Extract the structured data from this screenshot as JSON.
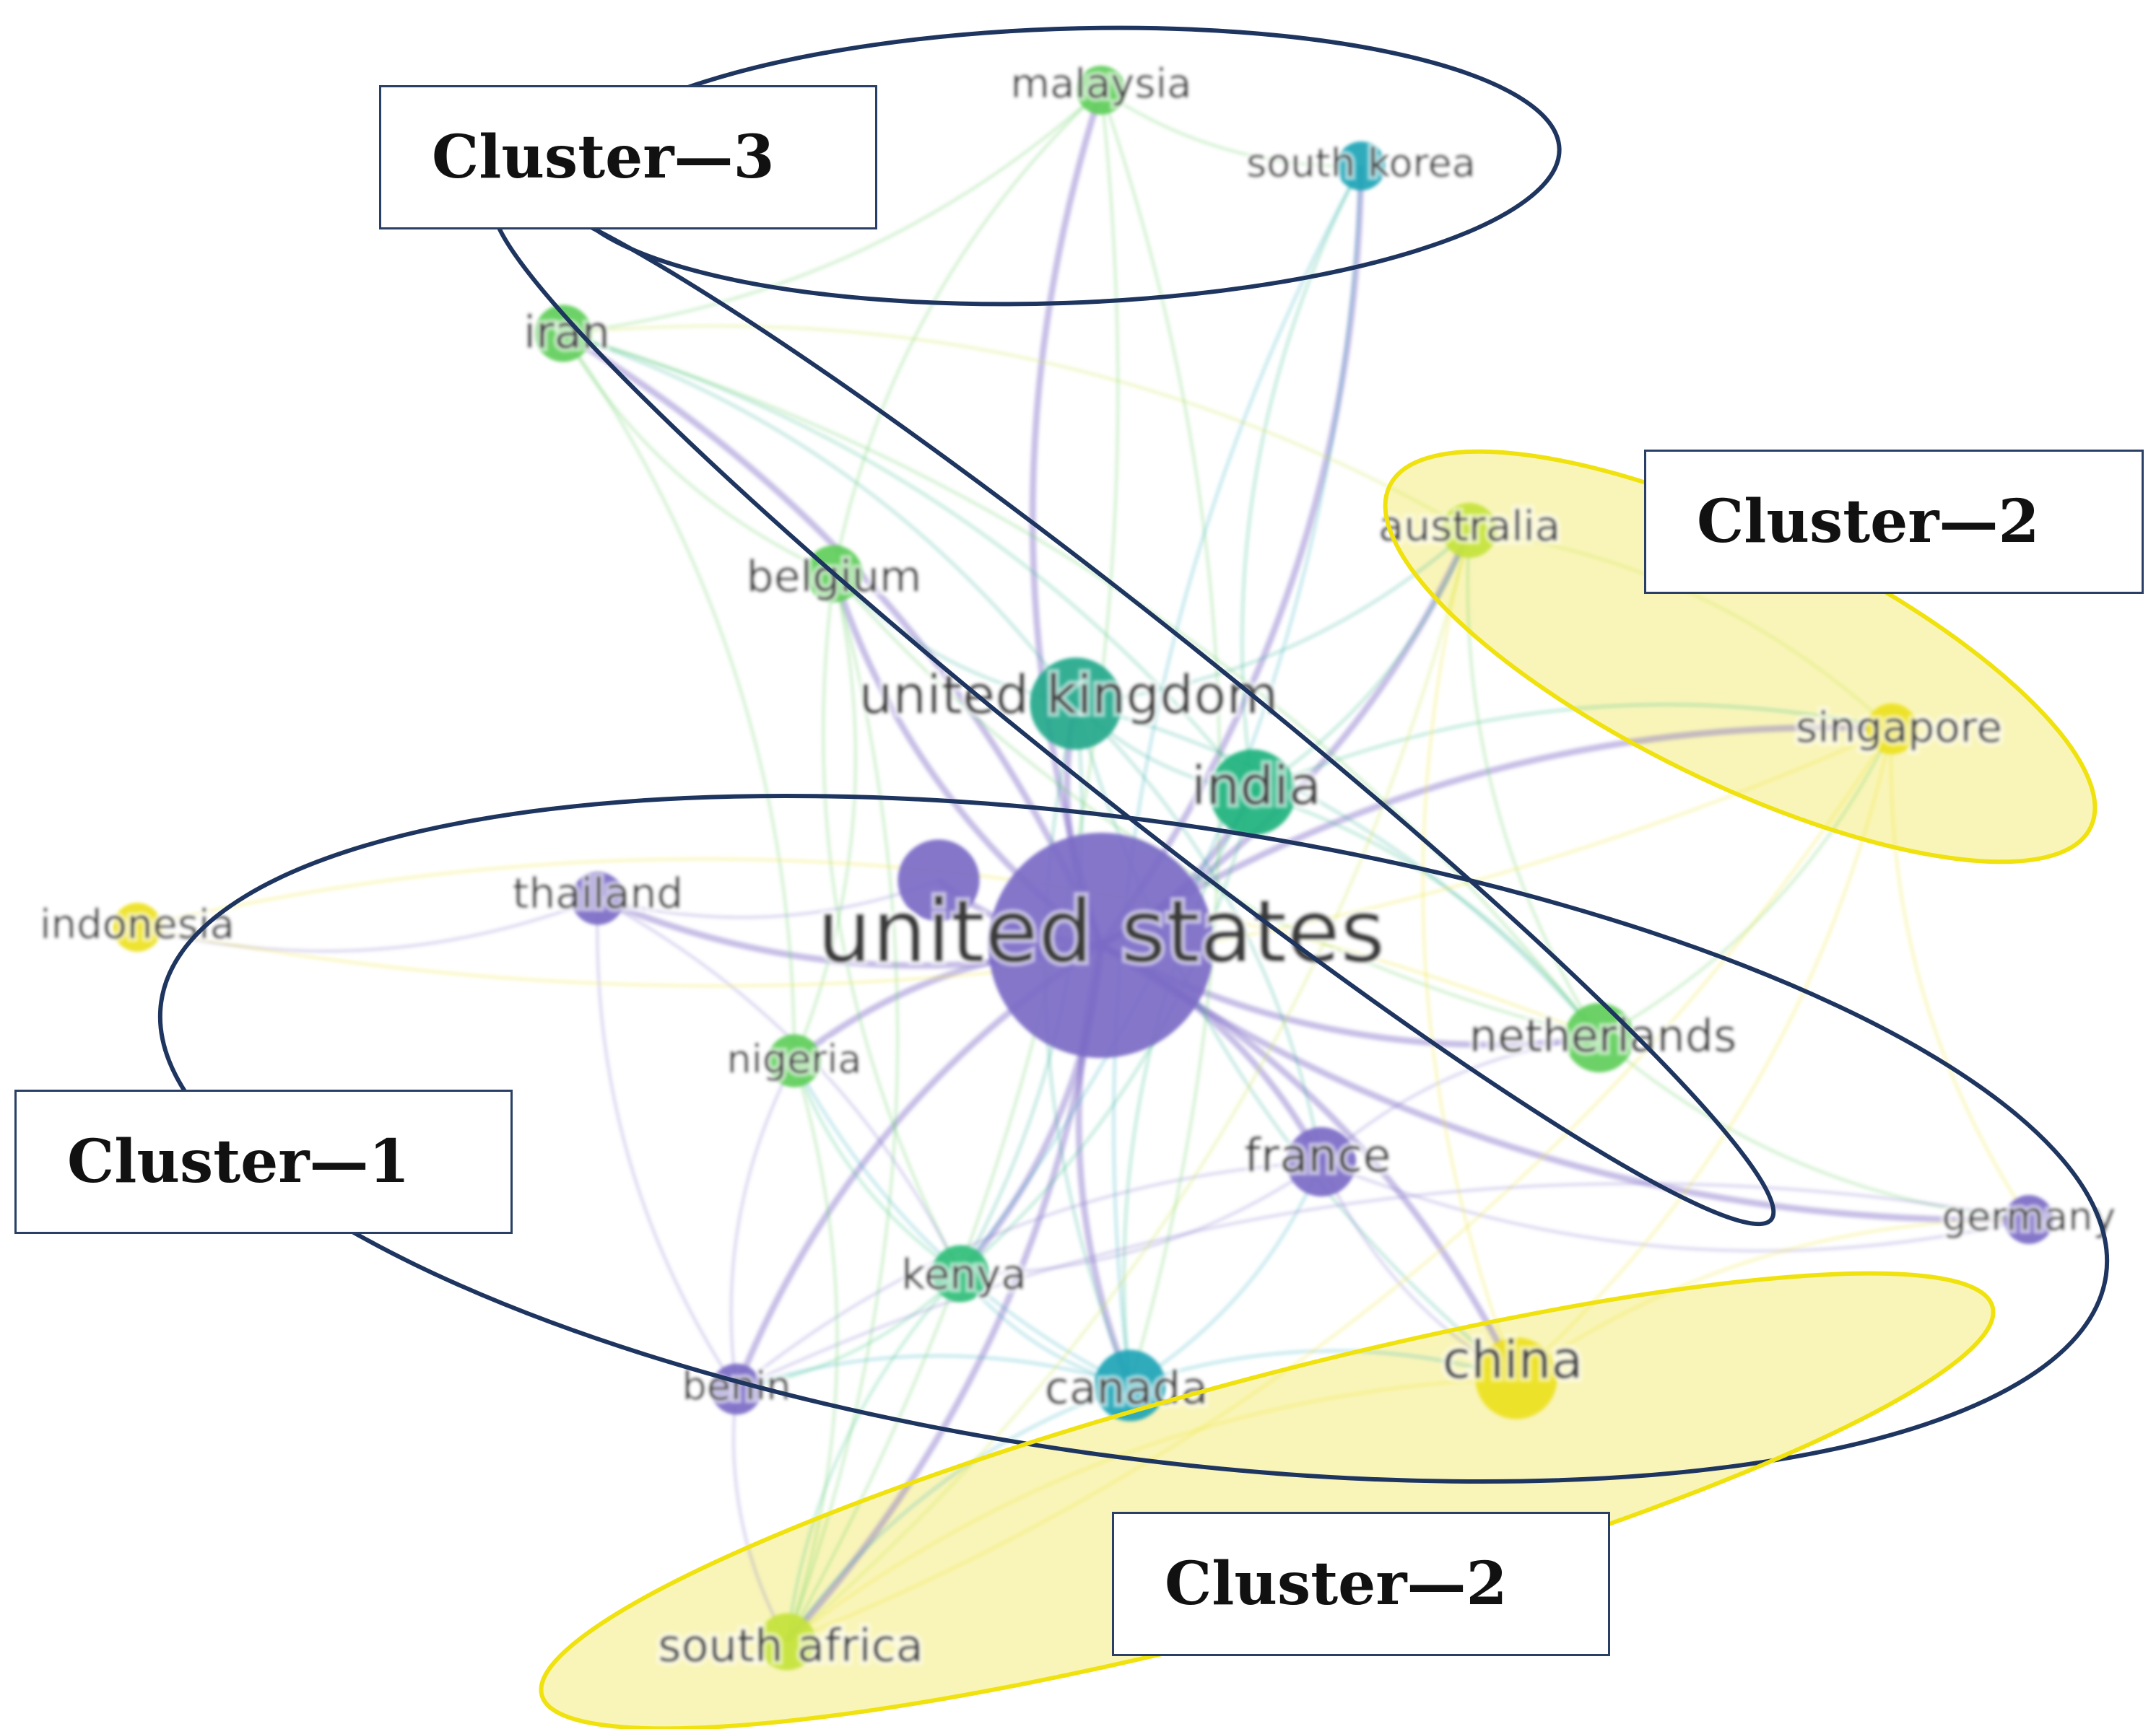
{
  "nodes": [
    {
      "id": "united_states",
      "label": "united states",
      "cluster": "purple",
      "weight": 1.0
    },
    {
      "id": "united_kingdom",
      "label": "united kingdom",
      "cluster": "teal",
      "weight": 0.35
    },
    {
      "id": "india",
      "label": "india",
      "cluster": "teal_green",
      "weight": 0.32
    },
    {
      "id": "china",
      "label": "china",
      "cluster": "yellow",
      "weight": 0.3
    },
    {
      "id": "canada",
      "label": "canada",
      "cluster": "cyan",
      "weight": 0.25
    },
    {
      "id": "france",
      "label": "france",
      "cluster": "purple",
      "weight": 0.24
    },
    {
      "id": "netherlands",
      "label": "netherlands",
      "cluster": "green",
      "weight": 0.24
    },
    {
      "id": "kenya",
      "label": "kenya",
      "cluster": "green_teal",
      "weight": 0.18
    },
    {
      "id": "iran",
      "label": "iran",
      "cluster": "green",
      "weight": 0.18
    },
    {
      "id": "belgium",
      "label": "belgium",
      "cluster": "green",
      "weight": 0.18
    },
    {
      "id": "nigeria",
      "label": "nigeria",
      "cluster": "green",
      "weight": 0.16
    },
    {
      "id": "thailand",
      "label": "thailand",
      "cluster": "purple",
      "weight": 0.16
    },
    {
      "id": "benin",
      "label": "benin",
      "cluster": "purple",
      "weight": 0.15
    },
    {
      "id": "south_africa",
      "label": "south africa",
      "cluster": "lime",
      "weight": 0.18
    },
    {
      "id": "australia",
      "label": "australia",
      "cluster": "lime",
      "weight": 0.17
    },
    {
      "id": "singapore",
      "label": "singapore",
      "cluster": "yellow",
      "weight": 0.15
    },
    {
      "id": "germany",
      "label": "germany",
      "cluster": "purple",
      "weight": 0.14
    },
    {
      "id": "indonesia",
      "label": "indonesia",
      "cluster": "yellow",
      "weight": 0.14
    },
    {
      "id": "malaysia",
      "label": "malaysia",
      "cluster": "green",
      "weight": 0.14
    },
    {
      "id": "south_korea",
      "label": "south korea",
      "cluster": "cyan",
      "weight": 0.14
    },
    {
      "id": "unlabeled_purple",
      "label": "",
      "cluster": "purple",
      "weight": 0.3
    }
  ],
  "edges": [
    [
      "united_states",
      "united_kingdom"
    ],
    [
      "united_states",
      "india"
    ],
    [
      "united_states",
      "china"
    ],
    [
      "united_states",
      "canada"
    ],
    [
      "united_states",
      "france"
    ],
    [
      "united_states",
      "netherlands"
    ],
    [
      "united_states",
      "kenya"
    ],
    [
      "united_states",
      "iran"
    ],
    [
      "united_states",
      "belgium"
    ],
    [
      "united_states",
      "nigeria"
    ],
    [
      "united_states",
      "thailand"
    ],
    [
      "united_states",
      "benin"
    ],
    [
      "united_states",
      "south_africa"
    ],
    [
      "united_states",
      "australia"
    ],
    [
      "united_states",
      "singapore"
    ],
    [
      "united_states",
      "germany"
    ],
    [
      "united_states",
      "malaysia"
    ],
    [
      "united_states",
      "south_korea"
    ],
    [
      "united_states",
      "unlabeled_purple"
    ],
    [
      "united_kingdom",
      "india"
    ],
    [
      "united_kingdom",
      "kenya"
    ],
    [
      "united_kingdom",
      "canada"
    ],
    [
      "united_kingdom",
      "belgium"
    ],
    [
      "united_kingdom",
      "iran"
    ],
    [
      "united_kingdom",
      "netherlands"
    ],
    [
      "united_kingdom",
      "australia"
    ],
    [
      "united_kingdom",
      "france"
    ],
    [
      "united_kingdom",
      "china"
    ],
    [
      "india",
      "netherlands"
    ],
    [
      "india",
      "canada"
    ],
    [
      "india",
      "kenya"
    ],
    [
      "india",
      "australia"
    ],
    [
      "india",
      "singapore"
    ],
    [
      "india",
      "iran"
    ],
    [
      "india",
      "south_korea"
    ],
    [
      "iran",
      "belgium"
    ],
    [
      "iran",
      "netherlands"
    ],
    [
      "iran",
      "malaysia"
    ],
    [
      "iran",
      "nigeria"
    ],
    [
      "belgium",
      "netherlands"
    ],
    [
      "belgium",
      "nigeria"
    ],
    [
      "belgium",
      "kenya"
    ],
    [
      "belgium",
      "south_africa"
    ],
    [
      "canada",
      "france"
    ],
    [
      "canada",
      "kenya"
    ],
    [
      "canada",
      "benin"
    ],
    [
      "canada",
      "china"
    ],
    [
      "canada",
      "south_africa"
    ],
    [
      "canada",
      "nigeria"
    ],
    [
      "france",
      "benin"
    ],
    [
      "france",
      "kenya"
    ],
    [
      "france",
      "germany"
    ],
    [
      "france",
      "netherlands"
    ],
    [
      "france",
      "china"
    ],
    [
      "kenya",
      "benin"
    ],
    [
      "kenya",
      "south_africa"
    ],
    [
      "kenya",
      "nigeria"
    ],
    [
      "thailand",
      "benin"
    ],
    [
      "thailand",
      "kenya"
    ],
    [
      "thailand",
      "unlabeled_purple"
    ],
    [
      "thailand",
      "indonesia"
    ],
    [
      "benin",
      "south_africa"
    ],
    [
      "benin",
      "nigeria"
    ],
    [
      "china",
      "south_africa"
    ],
    [
      "china",
      "australia"
    ],
    [
      "china",
      "singapore"
    ],
    [
      "china",
      "germany"
    ],
    [
      "netherlands",
      "germany"
    ],
    [
      "netherlands",
      "australia"
    ],
    [
      "netherlands",
      "singapore"
    ],
    [
      "indonesia",
      "netherlands"
    ],
    [
      "indonesia",
      "singapore"
    ],
    [
      "australia",
      "singapore"
    ],
    [
      "australia",
      "iran"
    ],
    [
      "australia",
      "south_africa"
    ],
    [
      "malaysia",
      "south_korea"
    ],
    [
      "malaysia",
      "canada"
    ],
    [
      "malaysia",
      "belgium"
    ],
    [
      "malaysia",
      "south_africa"
    ],
    [
      "south_korea",
      "canada"
    ],
    [
      "south_korea",
      "kenya"
    ],
    [
      "singapore",
      "germany"
    ],
    [
      "singapore",
      "south_africa"
    ],
    [
      "germany",
      "benin"
    ],
    [
      "nigeria",
      "south_africa"
    ]
  ],
  "cluster_colors": {
    "purple": "#7b6ac6",
    "teal": "#22a88b",
    "teal_green": "#1fb27d",
    "green": "#5fce5a",
    "green_teal": "#2fbf7a",
    "cyan": "#20a4b6",
    "lime": "#c4e33a",
    "yellow": "#ede11d"
  },
  "annotations": [
    {
      "id": "cluster3",
      "text": "Cluster—3",
      "ring_color": "#1e3560"
    },
    {
      "id": "cluster2_top",
      "text": "Cluster—2",
      "ring_color": "#f0e20f"
    },
    {
      "id": "cluster1",
      "text": "Cluster—1",
      "ring_color": "#1e3560"
    },
    {
      "id": "cluster2_bottom",
      "text": "Cluster—2",
      "ring_color": "#f0e20f"
    }
  ]
}
